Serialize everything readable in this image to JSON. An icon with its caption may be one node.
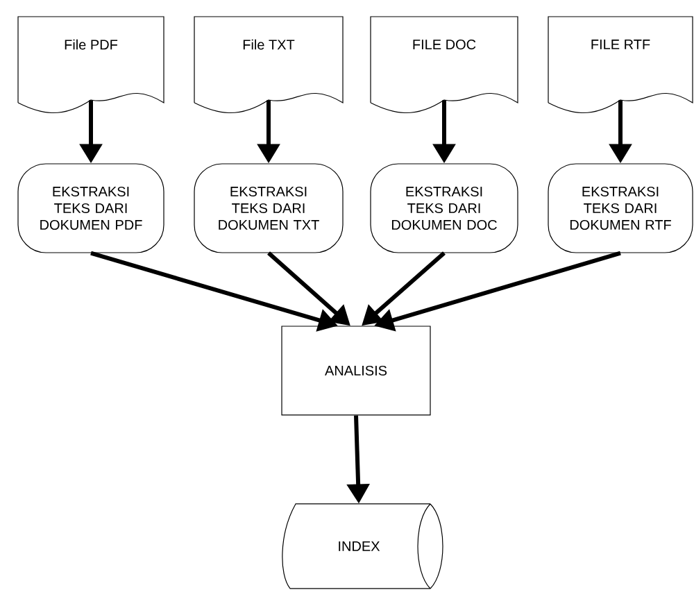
{
  "diagram": {
    "nodes": [
      {
        "text": [
          "File PDF"
        ]
      },
      {
        "text": [
          "File TXT"
        ]
      },
      {
        "text": [
          "FILE DOC"
        ]
      },
      {
        "text": [
          "FILE RTF"
        ]
      },
      {
        "text": [
          "EKSTRAKSI TEKS DARI DOKUMEN PDF"
        ]
      },
      {
        "text": [
          "EKSTRAKSI TEKS DARI DOKUMEN TXT"
        ]
      },
      {
        "text": [
          "EKSTRAKSI TEKS DARI DOKUMEN DOC"
        ]
      },
      {
        "text": [
          "EKSTRAKSI TEKS DARI DOKUMEN RTF"
        ]
      },
      {
        "text": [
          "ANALISIS"
        ]
      },
      {
        "text": [
          "INDEX"
        ]
      }
    ],
    "edges": [
      {
        "from": 0,
        "to": 4,
        "arrow": "to"
      },
      {
        "from": 1,
        "to": 5,
        "arrow": "to"
      },
      {
        "from": 2,
        "to": 6,
        "arrow": "to"
      },
      {
        "from": 3,
        "to": 7,
        "arrow": "to"
      },
      {
        "from": 4,
        "to": 8,
        "arrow": "to"
      },
      {
        "from": 5,
        "to": 8,
        "arrow": "to"
      },
      {
        "from": 6,
        "to": 8,
        "arrow": "to"
      },
      {
        "from": 7,
        "to": 8,
        "arrow": "to"
      },
      {
        "from": 8,
        "to": 9,
        "arrow": "to"
      }
    ]
  }
}
